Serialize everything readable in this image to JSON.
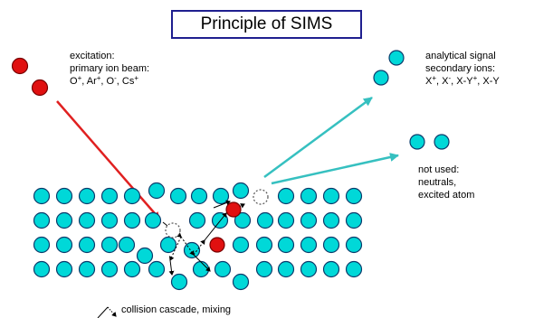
{
  "title": "Principle of SIMS",
  "excitation": {
    "line1": "excitation:",
    "line2": "primary ion beam:",
    "ions": [
      "O",
      "Ar",
      "O",
      "Cs"
    ],
    "charges": [
      "+",
      "+",
      "-",
      "+"
    ]
  },
  "analytical": {
    "line1": "analytical signal",
    "line2": "secondary ions:",
    "ions": [
      "X",
      "X",
      "X-Y",
      "X-Y"
    ],
    "charges": [
      "+",
      "-",
      "+",
      ""
    ]
  },
  "unused": {
    "line1": "not used:",
    "line2": "neutrals,",
    "line3": "excited atom"
  },
  "cascade_label": "collision cascade, mixing",
  "colors": {
    "atom": "#00d8d8",
    "atom_stroke": "#0a3b6b",
    "primary_ion": "#e01010",
    "primary_arrow": "#e02020",
    "signal_arrow": "#36c0c0",
    "title_border": "#1f1f8f"
  }
}
